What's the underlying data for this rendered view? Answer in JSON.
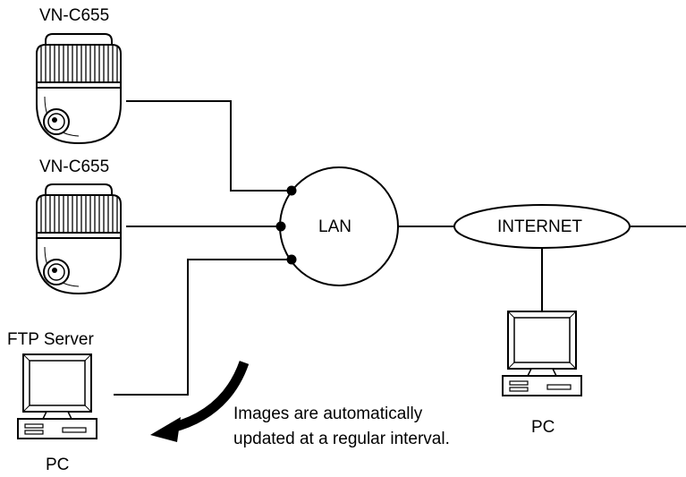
{
  "labels": {
    "camera1": "VN-C655",
    "camera2": "VN-C655",
    "lan": "LAN",
    "internet": "INTERNET",
    "ftp_server": "FTP Server",
    "pc_left": "PC",
    "pc_right": "PC"
  },
  "note": {
    "line1": "Images are automatically",
    "line2": "updated at a regular interval."
  }
}
